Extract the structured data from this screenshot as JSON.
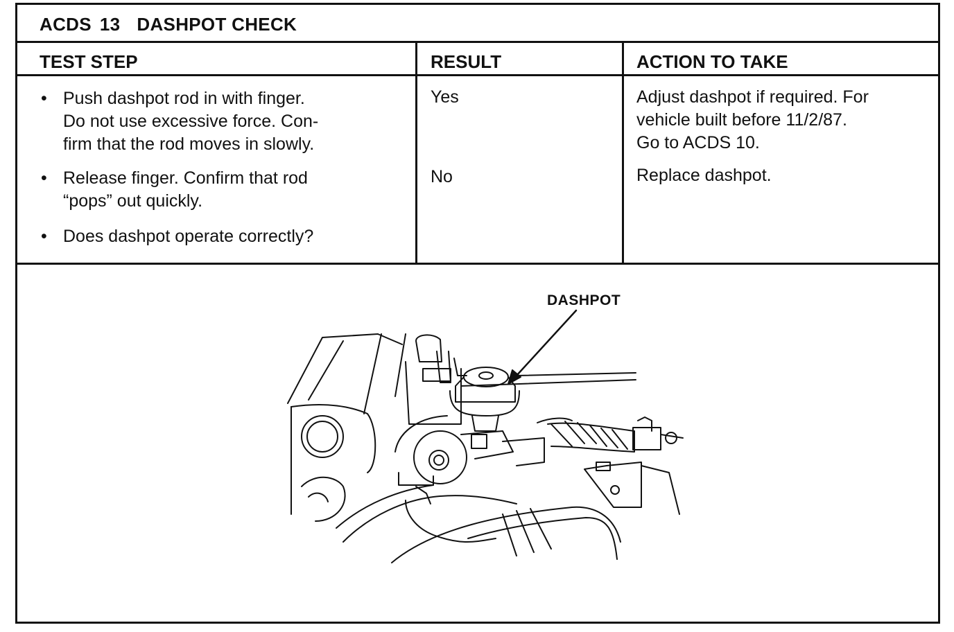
{
  "title": {
    "code": "ACDS",
    "number": "13",
    "name": "DASHPOT CHECK"
  },
  "columns": {
    "test_step": "TEST STEP",
    "result": "RESULT",
    "action": "ACTION TO TAKE"
  },
  "steps": [
    {
      "bullet": "•",
      "lines": [
        "Push dashpot rod in with finger.",
        "Do not use excessive force. Con-",
        "firm that the rod moves in slowly."
      ]
    },
    {
      "bullet": "•",
      "lines": [
        "Release finger. Confirm that rod",
        "“pops” out quickly."
      ]
    },
    {
      "bullet": "•",
      "lines": [
        "Does dashpot operate correctly?"
      ]
    }
  ],
  "results": [
    {
      "result": "Yes",
      "action_lines": [
        "Adjust dashpot if required. For",
        "vehicle built before 11/2/87.",
        "Go to ACDS 10."
      ]
    },
    {
      "result": "No",
      "action_lines": [
        "Replace dashpot."
      ]
    }
  ],
  "figure": {
    "callout": "DASHPOT"
  }
}
